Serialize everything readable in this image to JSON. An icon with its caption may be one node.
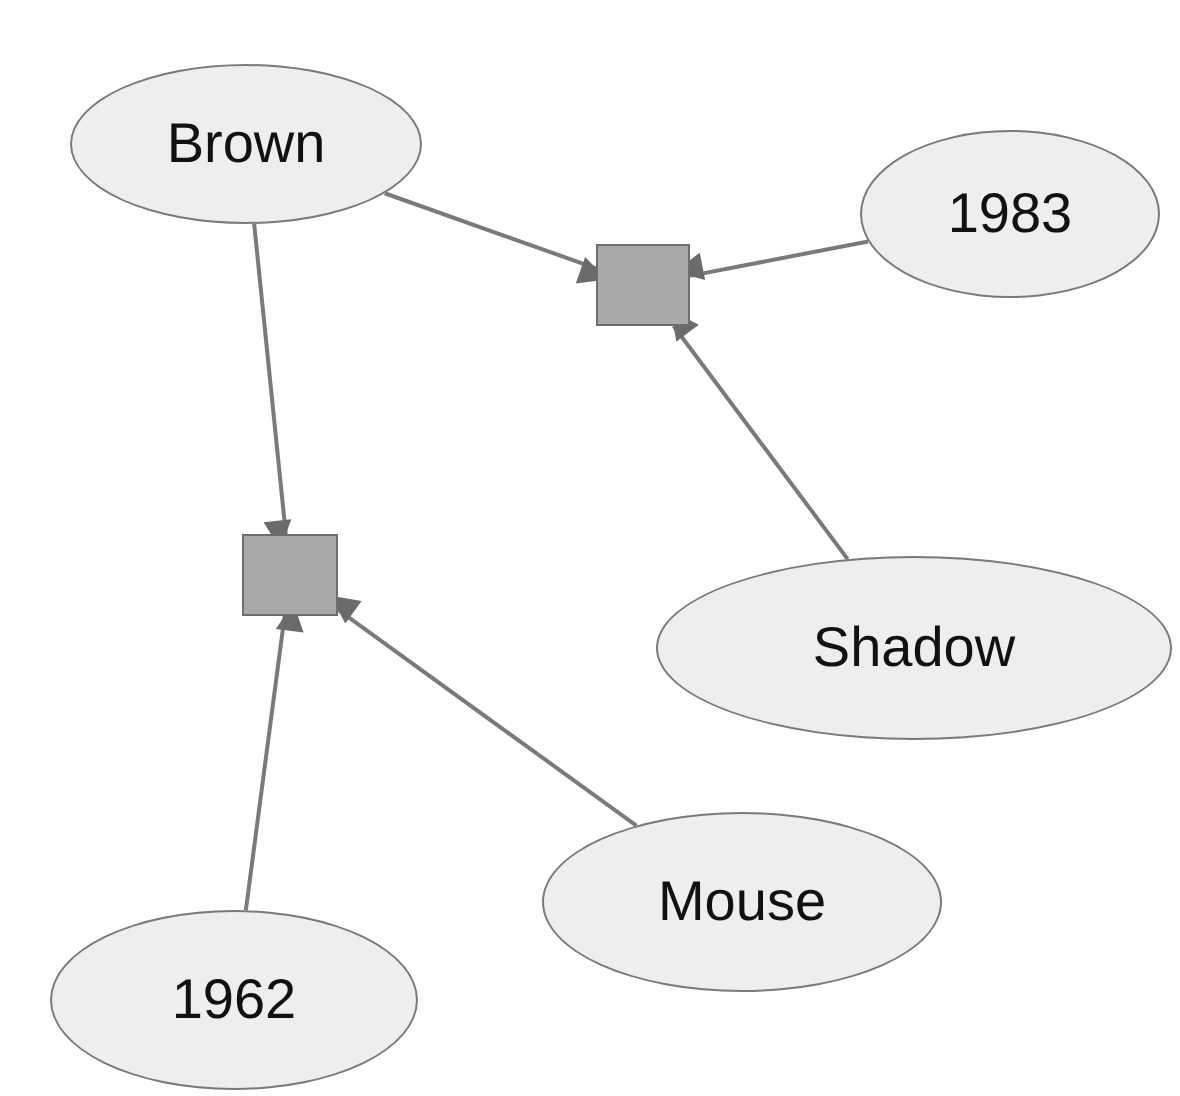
{
  "diagram": {
    "nodes": [
      {
        "text": [
          "Brown"
        ]
      },
      {
        "text": [],
        "shape": "box"
      },
      {
        "text": [
          "1983"
        ]
      },
      {
        "text": [],
        "shape": "box"
      },
      {
        "text": [
          "Shadow"
        ]
      },
      {
        "text": [
          "Mouse"
        ]
      },
      {
        "text": [
          "1962"
        ]
      }
    ],
    "edges": [
      {
        "from": 0,
        "to": 1,
        "arrow": "to"
      },
      {
        "from": 2,
        "to": 1,
        "arrow": "to"
      },
      {
        "from": 4,
        "to": 1,
        "arrow": "to"
      },
      {
        "from": 0,
        "to": 3,
        "arrow": "to"
      },
      {
        "from": 6,
        "to": 3,
        "arrow": "to"
      },
      {
        "from": 5,
        "to": 3,
        "arrow": "to"
      }
    ]
  }
}
